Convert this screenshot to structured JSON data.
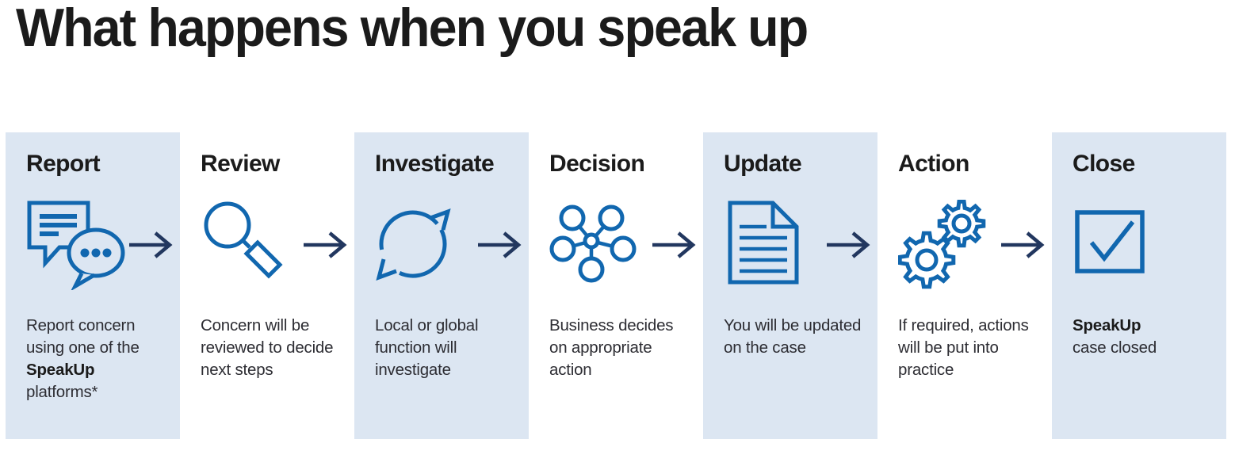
{
  "page": {
    "title": "What happens when you speak up"
  },
  "colors": {
    "panel_blue": "#dce6f2",
    "icon_blue": "#1167af",
    "arrow_navy": "#22375f",
    "heading_text": "#1b1b1b",
    "body_text": "#2d2d33"
  },
  "steps": [
    {
      "title": "Report",
      "icon": "chat-bubbles",
      "highlighted": true,
      "arrow": true,
      "desc_pre": "Report concern\nusing one of the\n",
      "desc_bold": "SpeakUp",
      "desc_post": "\nplatforms*"
    },
    {
      "title": "Review",
      "icon": "magnifier",
      "highlighted": false,
      "arrow": true,
      "desc_pre": "Concern will be\nreviewed to decide\nnext steps",
      "desc_bold": "",
      "desc_post": ""
    },
    {
      "title": "Investigate",
      "icon": "cycle-arrows",
      "highlighted": true,
      "arrow": true,
      "desc_pre": "Local or global\nfunction will\ninvestigate",
      "desc_bold": "",
      "desc_post": ""
    },
    {
      "title": "Decision",
      "icon": "network-hub",
      "highlighted": false,
      "arrow": true,
      "desc_pre": "Business decides\non appropriate\naction",
      "desc_bold": "",
      "desc_post": ""
    },
    {
      "title": "Update",
      "icon": "document",
      "highlighted": true,
      "arrow": true,
      "desc_pre": "You will be updated\non the case",
      "desc_bold": "",
      "desc_post": ""
    },
    {
      "title": "Action",
      "icon": "gears",
      "highlighted": false,
      "arrow": true,
      "desc_pre": "If required, actions\nwill be put into\npractice",
      "desc_bold": "",
      "desc_post": ""
    },
    {
      "title": "Close",
      "icon": "checkbox-tick",
      "highlighted": true,
      "arrow": false,
      "desc_pre": "",
      "desc_bold": "SpeakUp",
      "desc_post": "\ncase closed"
    }
  ]
}
